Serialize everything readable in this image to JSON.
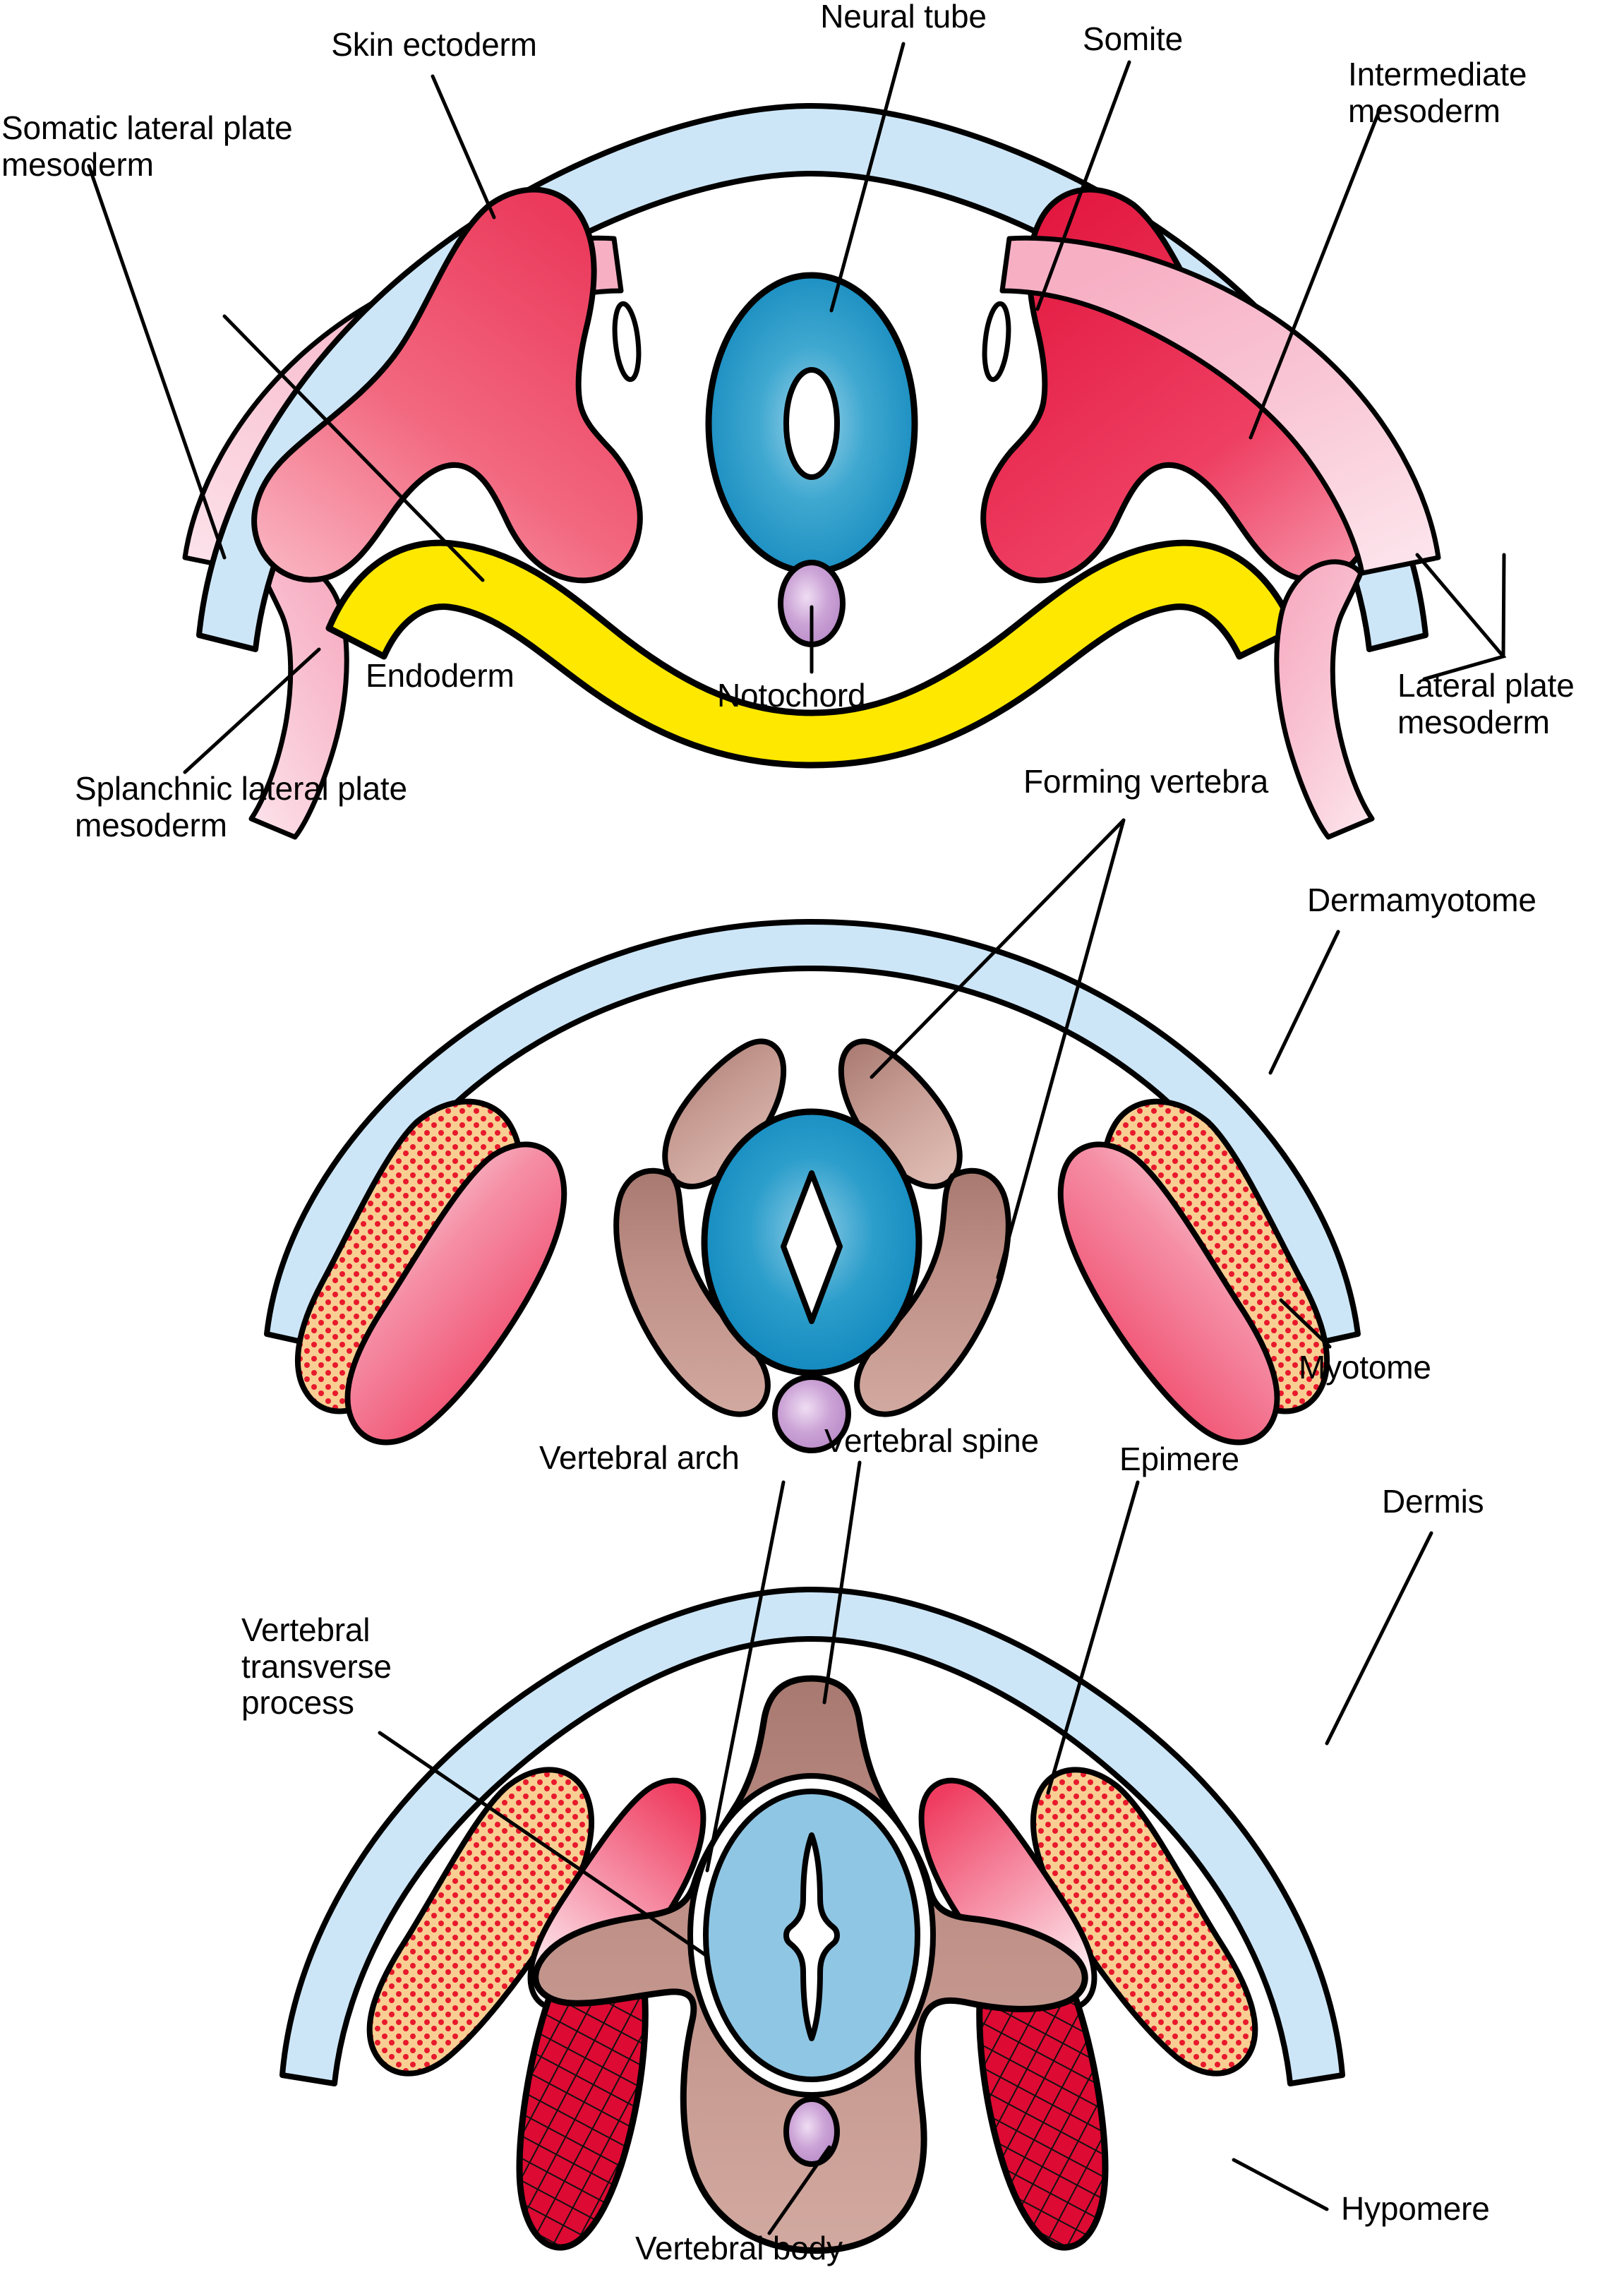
{
  "figure": {
    "title": "Development of the vertebra and body wall from somite and lateral plate mesoderm",
    "panel_count": 3
  },
  "colors": {
    "skin_ectoderm": "#CDE6F7",
    "neural_tube": "#1F93C4",
    "neural_tube_core": "#7FC6E2",
    "somite_right": "#E8294B",
    "somite_left": "#F0627E",
    "somatic_lpm": "#F8C9D6",
    "splanchnic_lpm": "#F9BFD0",
    "endoderm": "#FFE800",
    "notochord": "#C79CD1",
    "notochord_core": "#EAD6F0",
    "sclerotome_vertebra": "#C39187",
    "dermatome": "#F8CE93",
    "dermatome_dots": "#E8192C",
    "myotome": "#EE3558",
    "hypomere": "#DC0A33",
    "spinal_cord": "#8FC6E4",
    "outline": "#000000"
  },
  "panels": [
    {
      "id": "panel-top",
      "name": "early-embryo-cross-section",
      "labels": [
        {
          "key": "skin_ectoderm",
          "text": "Skin ectoderm"
        },
        {
          "key": "neural_tube",
          "text": "Neural tube"
        },
        {
          "key": "somite",
          "text": "Somite"
        },
        {
          "key": "intermediate_mesoderm",
          "text": "Intermediate\nmesoderm"
        },
        {
          "key": "somatic_lpm",
          "text": "Somatic lateral plate\nmesoderm"
        },
        {
          "key": "endoderm",
          "text": "Endoderm"
        },
        {
          "key": "notochord",
          "text": "Notochord"
        },
        {
          "key": "lateral_plate",
          "text": "Lateral plate\nmesoderm"
        },
        {
          "key": "splanchnic_lpm",
          "text": "Splanchnic lateral plate\nmesoderm"
        }
      ]
    },
    {
      "id": "panel-middle",
      "name": "somite-differentiation-cross-section",
      "labels": [
        {
          "key": "forming_vertebra",
          "text": "Forming vertebra"
        },
        {
          "key": "dermamyotome",
          "text": "Dermamyotome"
        },
        {
          "key": "myotome",
          "text": "Myotome"
        }
      ]
    },
    {
      "id": "panel-bottom",
      "name": "mature-vertebra-cross-section",
      "labels": [
        {
          "key": "vertebral_arch",
          "text": "Vertebral arch"
        },
        {
          "key": "vertebral_spine",
          "text": "Vertebral spine"
        },
        {
          "key": "epimere",
          "text": "Epimere"
        },
        {
          "key": "dermis",
          "text": "Dermis"
        },
        {
          "key": "vertebral_transverse",
          "text": "Vertebral\ntransverse\nprocess"
        },
        {
          "key": "vertebral_body",
          "text": "Vertebral body"
        },
        {
          "key": "hypomere",
          "text": "Hypomere"
        }
      ]
    }
  ],
  "label_text": {
    "skin_ectoderm": "Skin ectoderm",
    "neural_tube": "Neural tube",
    "somite": "Somite",
    "intermediate_mesoderm_l1": "Intermediate",
    "intermediate_mesoderm_l2": "mesoderm",
    "somatic_lpm_l1": "Somatic lateral plate",
    "somatic_lpm_l2": "mesoderm",
    "endoderm": "Endoderm",
    "notochord": "Notochord",
    "lateral_plate_l1": "Lateral plate",
    "lateral_plate_l2": "mesoderm",
    "splanchnic_lpm_l1": "Splanchnic lateral plate",
    "splanchnic_lpm_l2": "mesoderm",
    "forming_vertebra": "Forming vertebra",
    "dermamyotome": "Dermamyotome",
    "myotome": "Myotome",
    "vertebral_arch": "Vertebral arch",
    "vertebral_spine": "Vertebral spine",
    "epimere": "Epimere",
    "dermis": "Dermis",
    "vtp_l1": "Vertebral",
    "vtp_l2": "transverse",
    "vtp_l3": "process",
    "vertebral_body": "Vertebral body",
    "hypomere": "Hypomere"
  }
}
